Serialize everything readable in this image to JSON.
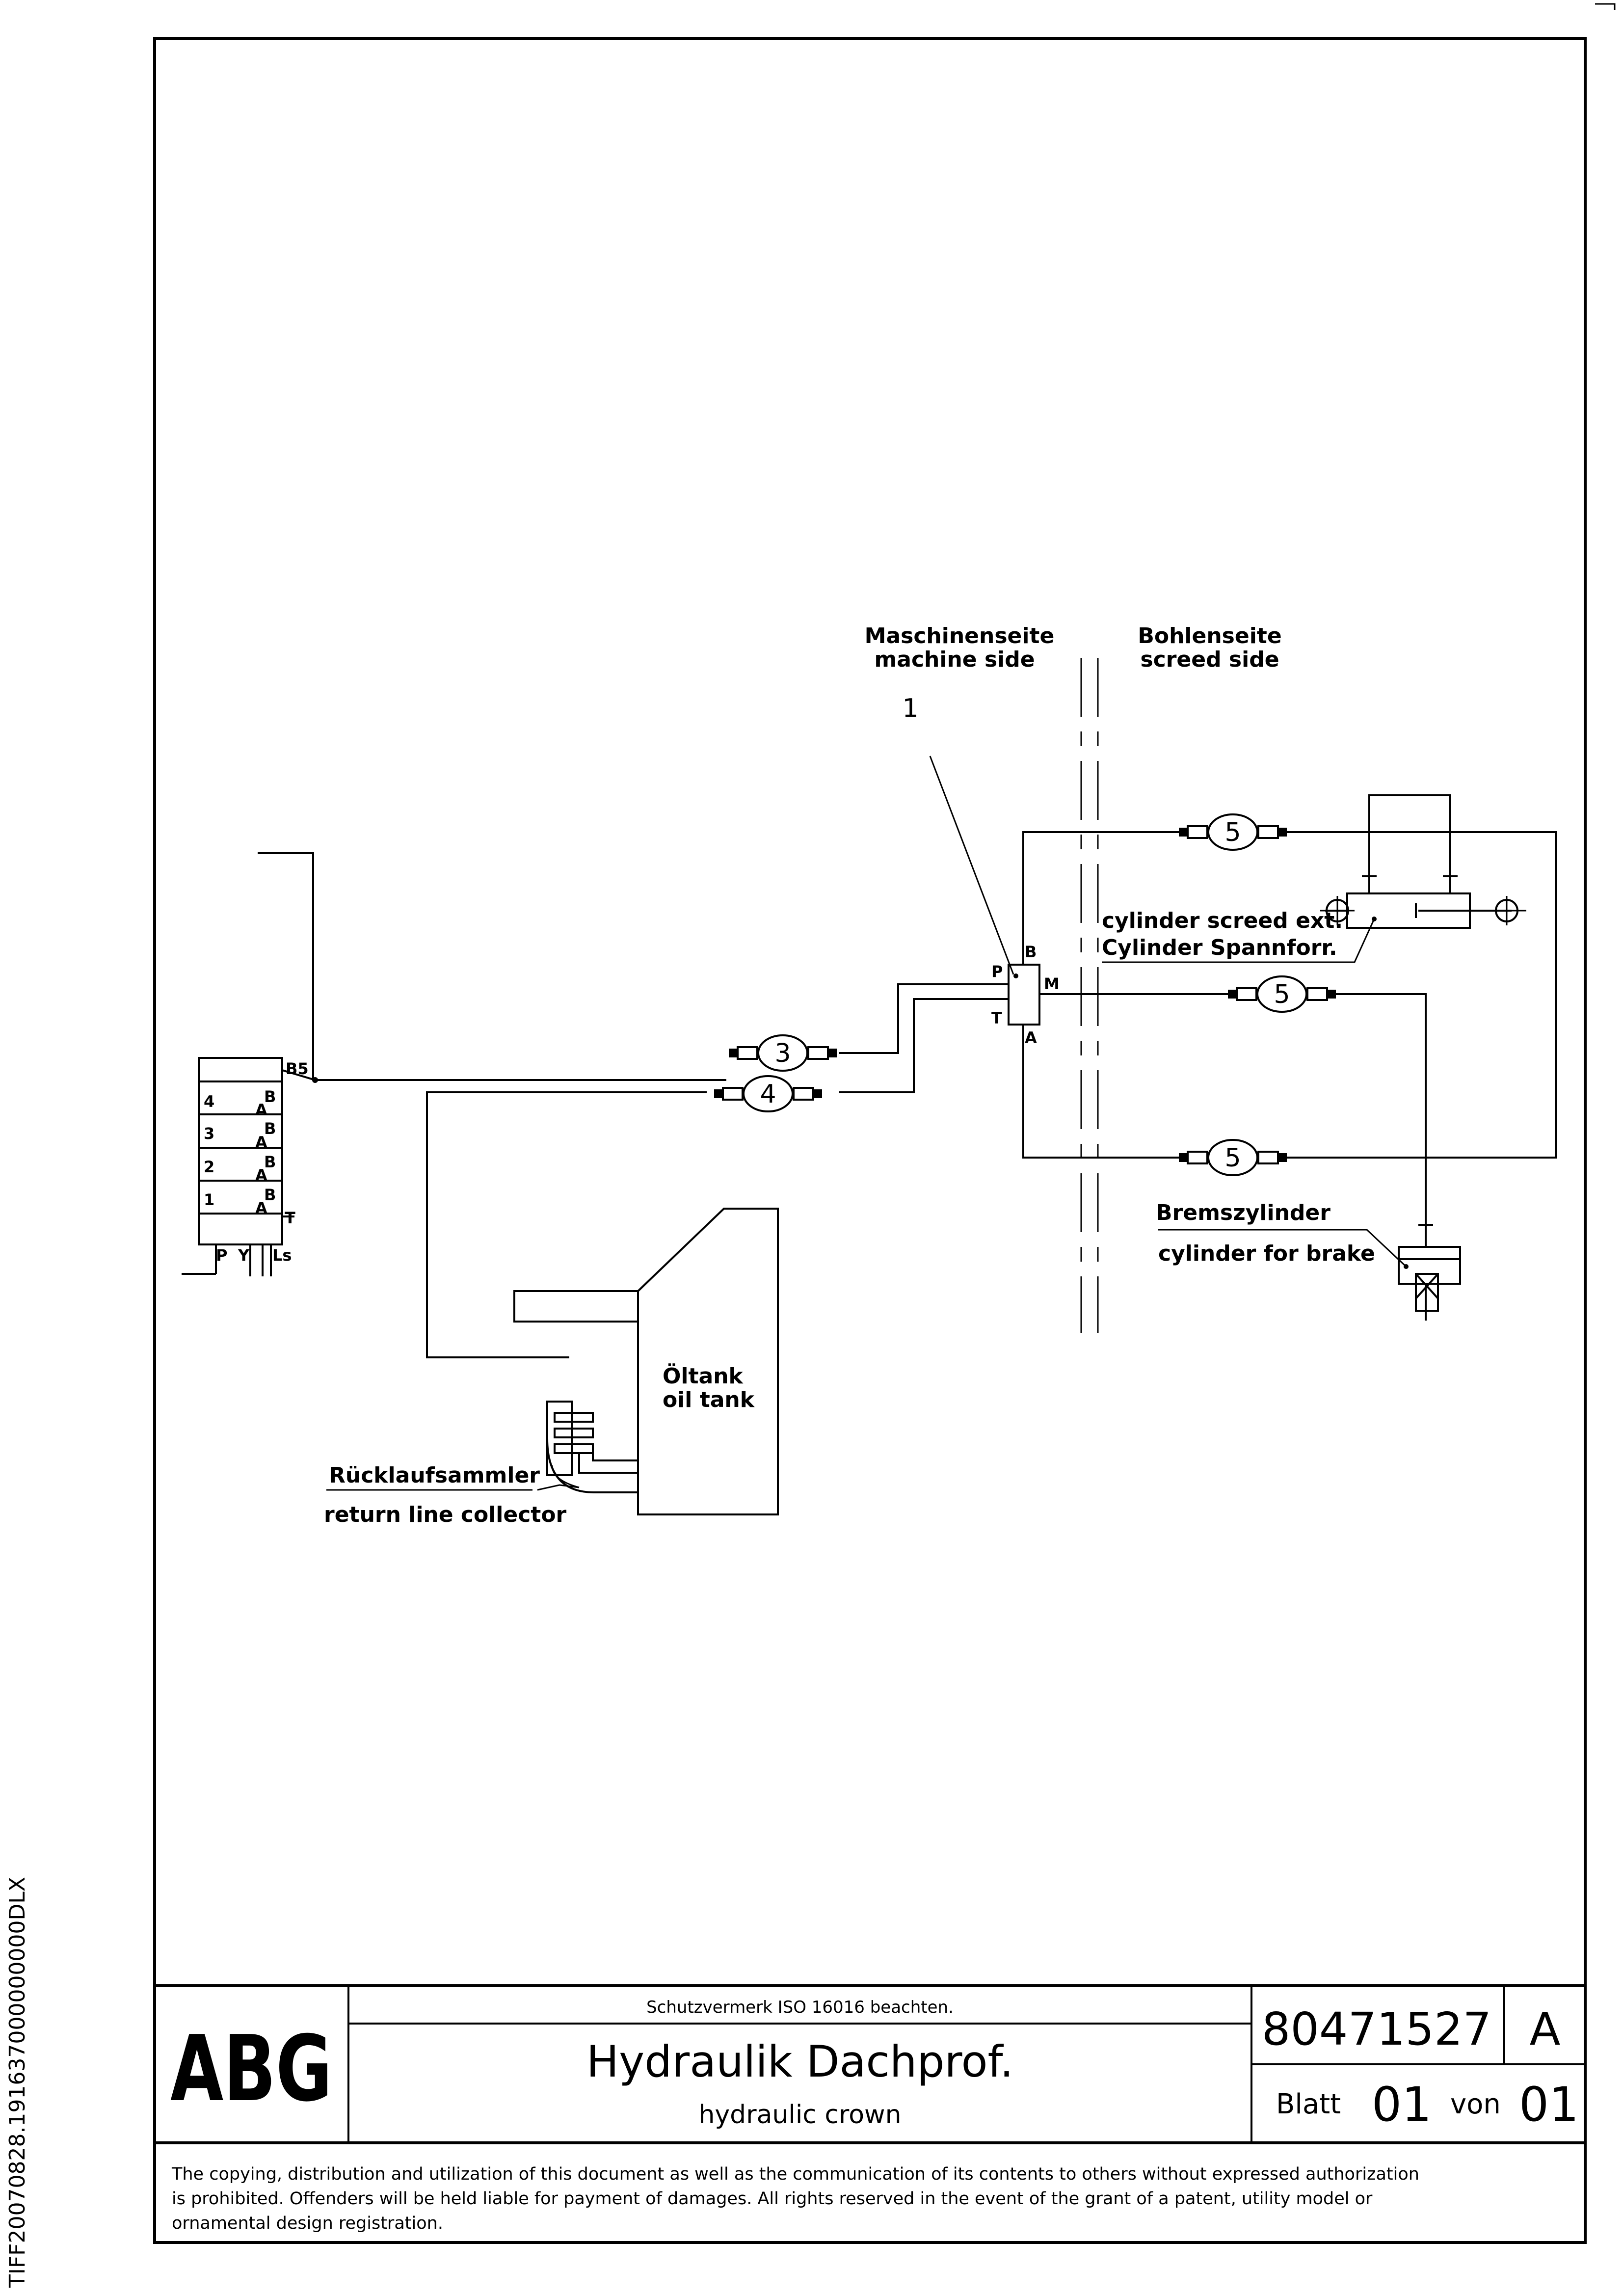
{
  "diagram": {
    "header_machine": [
      "Maschinenseite",
      "machine side"
    ],
    "header_screed": [
      "Bohlenseite",
      "screed side"
    ],
    "item_ref": "1",
    "valve_ports": {
      "p": "P",
      "t": "T",
      "b": "B",
      "m": "M",
      "a": "A"
    },
    "control_block": {
      "port_b5": "B5",
      "sections": [
        {
          "num": "4",
          "b": "B",
          "a": "A"
        },
        {
          "num": "3",
          "b": "B",
          "a": "A"
        },
        {
          "num": "2",
          "b": "B",
          "a": "A"
        },
        {
          "num": "1",
          "b": "B",
          "a": "A"
        }
      ],
      "port_t": "T",
      "port_p": "P",
      "port_y": "Y",
      "port_ls": "Ls"
    },
    "hose_labels": [
      "3",
      "4",
      "5",
      "5",
      "5"
    ],
    "cylinder_label": [
      "cylinder screed ext.",
      "Cylinder Spannforr."
    ],
    "brake_label": [
      "Bremszylinder",
      "cylinder for brake"
    ],
    "tank_label": [
      "Öltank",
      "oil tank"
    ],
    "collector_label": [
      "Rücklaufsammler",
      "return line collector"
    ]
  },
  "title_block": {
    "logo": "ABG",
    "protection_note": "Schutzvermerk ISO 16016 beachten.",
    "title_de": "Hydraulik Dachprof.",
    "title_en": "hydraulic crown",
    "drawing_number": "80471527",
    "revision": "A",
    "sheet_label": "Blatt",
    "sheet_number": "01",
    "sheet_of_label": "von",
    "sheet_total": "01",
    "copyright": [
      "The copying, distribution and utilization of this document as well as the communication of its contents to others without expressed authorization",
      "is prohibited. Offenders will be held liable for payment of damages. All rights reserved in the event of the grant of a patent, utility model or",
      "ornamental design registration."
    ]
  },
  "side_id": "TIFF20070828.191637000000000DLX"
}
